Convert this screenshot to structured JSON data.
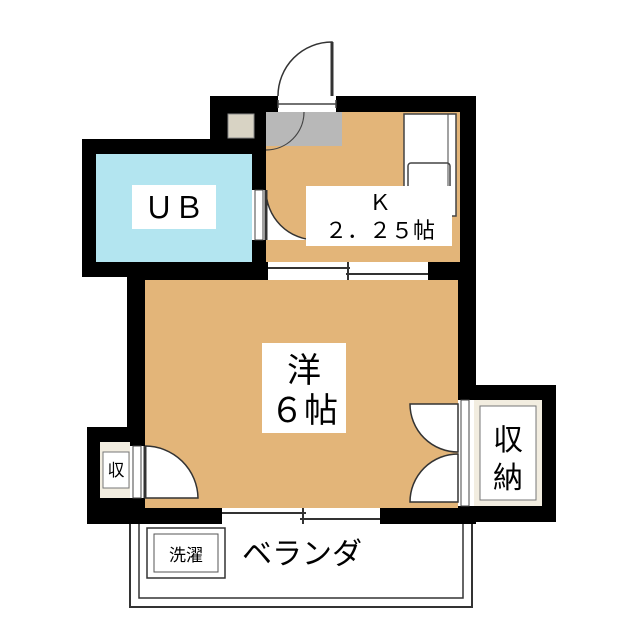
{
  "rooms": {
    "unit_bath": {
      "label": "ＵＢ",
      "color": "#b3e5f0"
    },
    "kitchen": {
      "label_line1": "Ｋ",
      "label_line2": "２．２５帖",
      "color": "#e3b579"
    },
    "western": {
      "label_line1": "洋",
      "label_line2": "６帖",
      "color": "#e3b579"
    },
    "closet_large": {
      "label_line1": "収",
      "label_line2": "納"
    },
    "closet_small": {
      "label": "収"
    },
    "laundry": {
      "label": "洗濯"
    },
    "balcony": {
      "label": "ベランダ"
    }
  },
  "colors": {
    "wall": "#000000",
    "floor": "#e3b579",
    "bath": "#b3e5f0",
    "entrance": "#b8b8b8",
    "closet_fill": "#f2ede0",
    "label_box": "#ffffff"
  }
}
